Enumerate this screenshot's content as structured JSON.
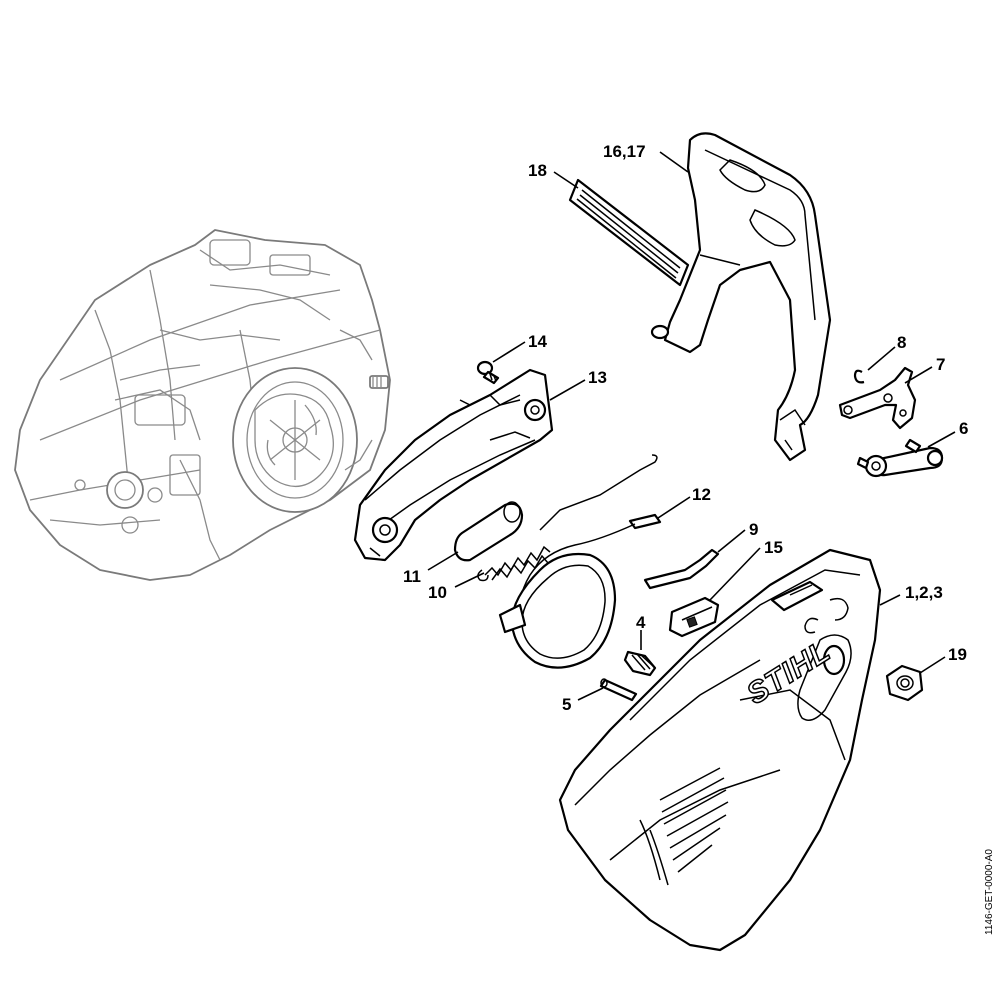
{
  "diagram": {
    "callouts": [
      {
        "id": "c18",
        "text": "18"
      },
      {
        "id": "c1617",
        "text": "16,17"
      },
      {
        "id": "c14",
        "text": "14"
      },
      {
        "id": "c13",
        "text": "13"
      },
      {
        "id": "c8",
        "text": "8"
      },
      {
        "id": "c7",
        "text": "7"
      },
      {
        "id": "c6",
        "text": "6"
      },
      {
        "id": "c12",
        "text": "12"
      },
      {
        "id": "c9",
        "text": "9"
      },
      {
        "id": "c15",
        "text": "15"
      },
      {
        "id": "c11",
        "text": "11"
      },
      {
        "id": "c10",
        "text": "10"
      },
      {
        "id": "c123",
        "text": "1,2,3"
      },
      {
        "id": "c4",
        "text": "4"
      },
      {
        "id": "c19",
        "text": "19"
      },
      {
        "id": "c5",
        "text": "5"
      }
    ],
    "brand_text": "STIHL",
    "reference_code": "1146-GET-0000-A0"
  }
}
